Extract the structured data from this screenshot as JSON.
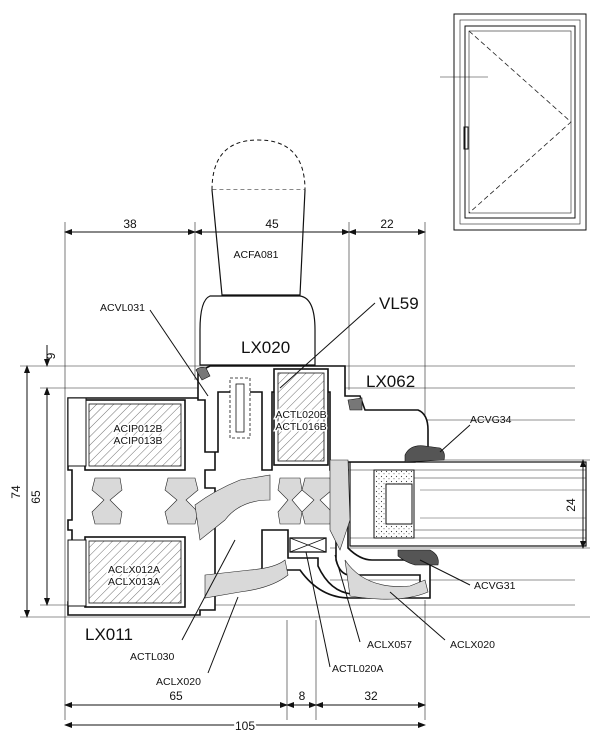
{
  "parts": {
    "window_profile": "LX020",
    "window_accessory": "VL59",
    "sash_profile": "LX062",
    "frame_profile": "LX011",
    "handle": "ACFA081",
    "acvl": "ACVL031",
    "reinforcement_top_1": "ACIP012B",
    "reinforcement_top_2": "ACIP013B",
    "reinforcement_bottom_1": "ACLX012A",
    "reinforcement_bottom_2": "ACLX013A",
    "tl_top_1": "ACTL020B",
    "tl_top_2": "ACTL016B",
    "gasket_top": "ACVG34",
    "gasket_bottom": "ACVG31",
    "actl030": "ACTL030",
    "aclx020_left": "ACLX020",
    "aclx057": "ACLX057",
    "aclx020_right": "ACLX020",
    "actl020a": "ACTL020A"
  },
  "dimensions": {
    "top_left": "38",
    "top_middle": "45",
    "top_right": "22",
    "left_small": "9",
    "left_outer": "74",
    "left_inner": "65",
    "right": "24",
    "bottom_left": "65",
    "bottom_middle": "8",
    "bottom_right": "32",
    "bottom_total": "105"
  },
  "colors": {
    "line": "#111111",
    "gasket": "#777777",
    "foam": "#d9d9d9",
    "glass": "#ffffff"
  }
}
